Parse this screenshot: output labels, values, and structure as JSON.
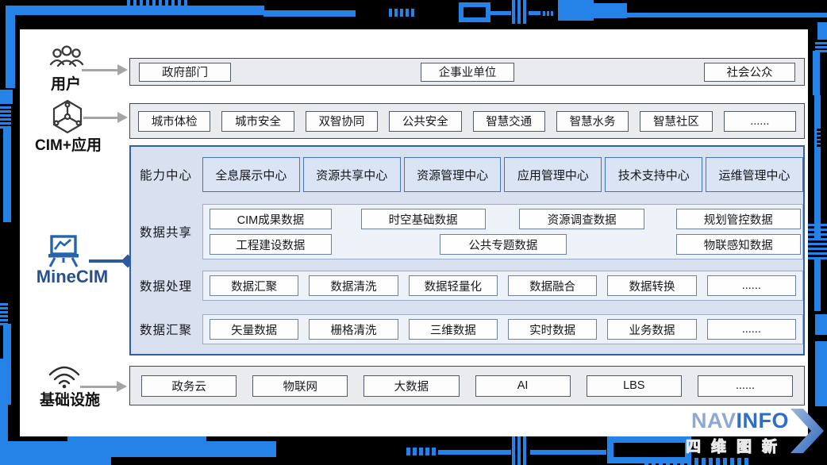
{
  "left_labels": {
    "users": "用户",
    "cim_app": "CIM+应用",
    "minecim": "MineCIM",
    "infra": "基础设施"
  },
  "user_row": {
    "items": [
      "政府部门",
      "企事业单位",
      "社会公众"
    ]
  },
  "app_row": {
    "items": [
      "城市体检",
      "城市安全",
      "双智协同",
      "公共安全",
      "智慧交通",
      "智慧水务",
      "智慧社区",
      "......"
    ]
  },
  "platform": {
    "capability": {
      "label": "能力中心",
      "items": [
        "全息展示中心",
        "资源共享中心",
        "资源管理中心",
        "应用管理中心",
        "技术支持中心",
        "运维管理中心"
      ]
    },
    "sharing": {
      "label": "数据共享",
      "row1": [
        "CIM成果数据",
        "时空基础数据",
        "资源调查数据",
        "规划管控数据"
      ],
      "row2": [
        "工程建设数据",
        "公共专题数据",
        "物联感知数据"
      ]
    },
    "processing": {
      "label": "数据处理",
      "items": [
        "数据汇聚",
        "数据清洗",
        "数据轻量化",
        "数据融合",
        "数据转换",
        "......"
      ]
    },
    "aggregation": {
      "label": "数据汇聚",
      "items": [
        "矢量数据",
        "栅格清洗",
        "三维数据",
        "实时数据",
        "业务数据",
        "......"
      ]
    }
  },
  "infra_row": {
    "items": [
      "政务云",
      "物联网",
      "大数据",
      "AI",
      "LBS",
      "......"
    ]
  },
  "logo": {
    "nav": "NAV",
    "info": "INFO",
    "chinese": "四维图新"
  },
  "colors": {
    "frame_accent_blue": "#2583e8",
    "platform_border_blue": "#2e5fa7",
    "platform_fill": "#d9e1f0",
    "capability_fill": "#dbe4f4",
    "minecim_blue": "#274f94",
    "arrow_gray": "#a5a5a5"
  }
}
